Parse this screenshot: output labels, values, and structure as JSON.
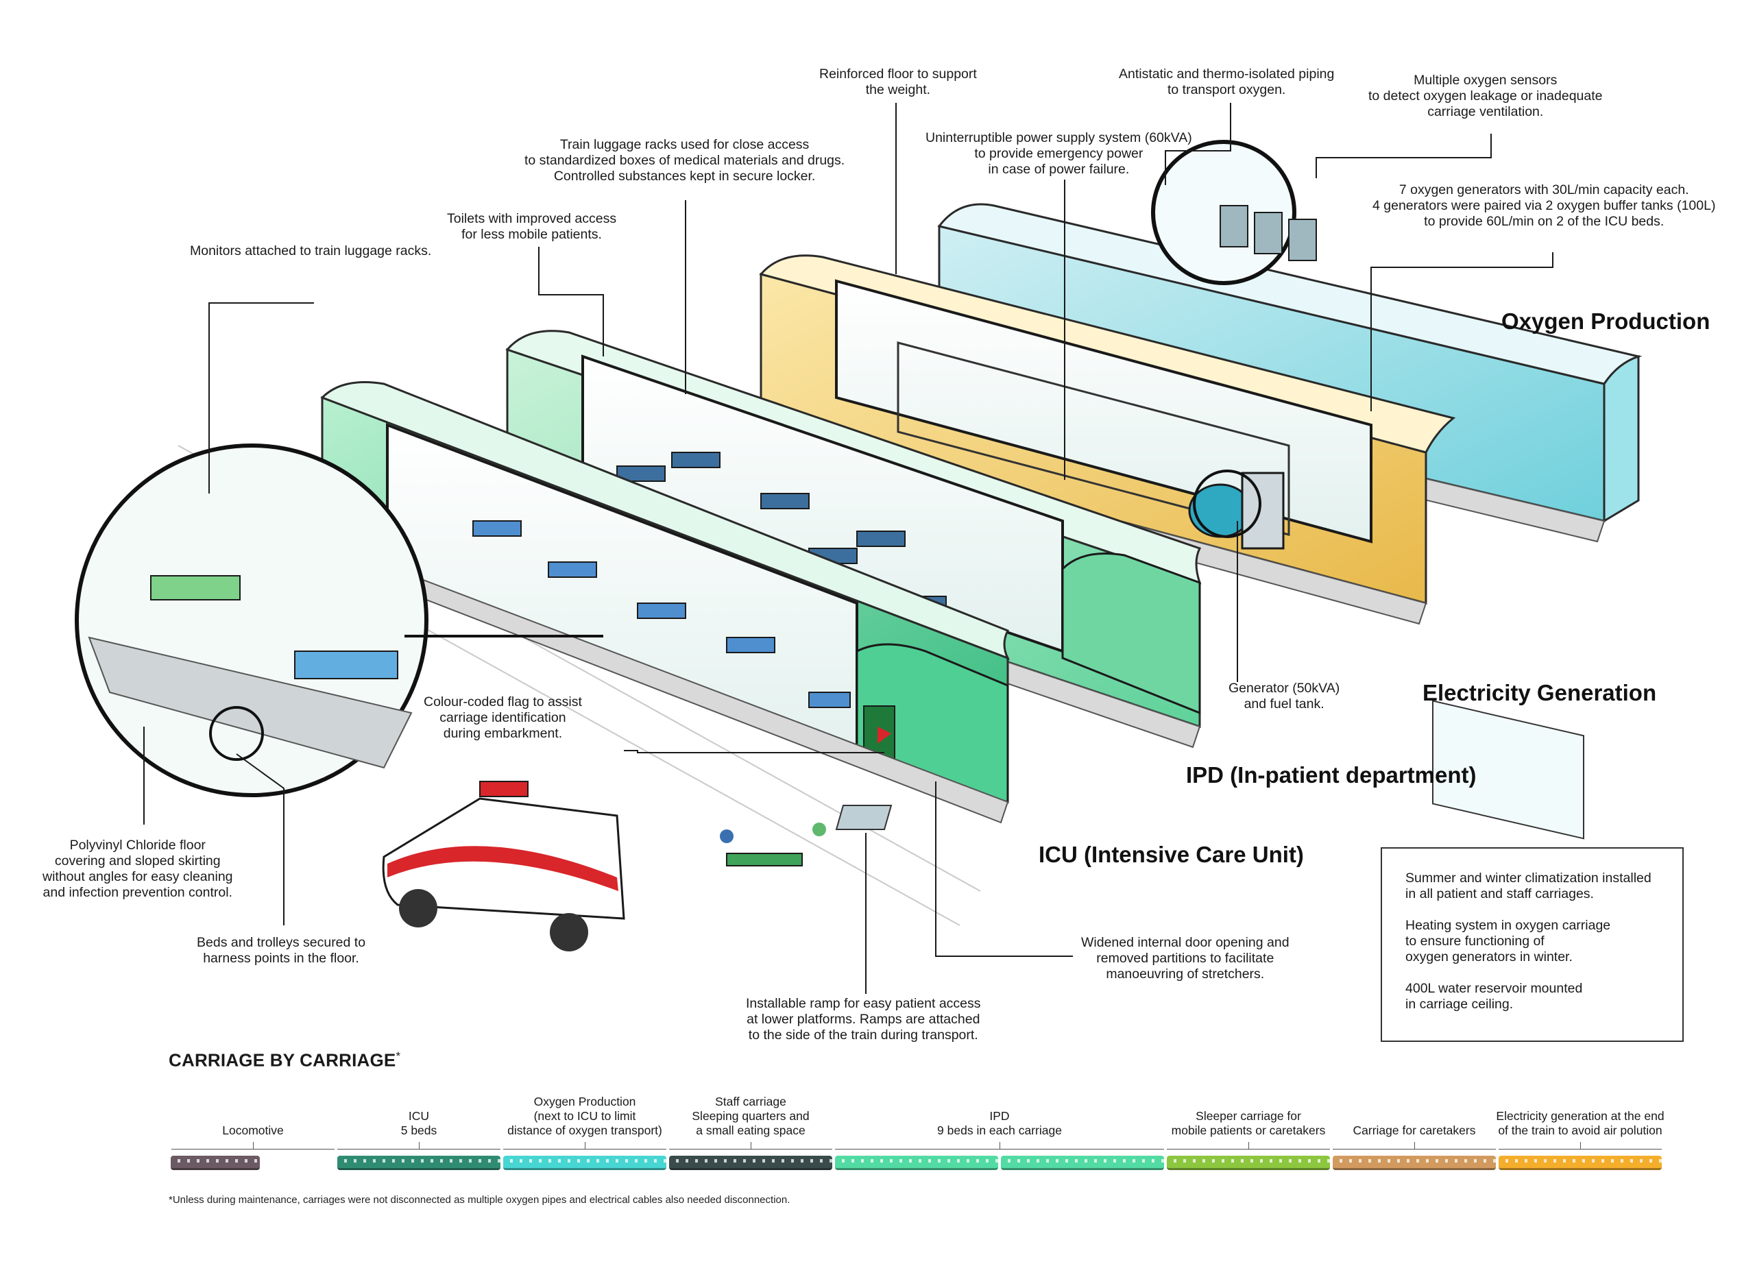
{
  "titles": {
    "oxygen": "Oxygen Production",
    "electricity": "Electricity Generation",
    "ipd": "IPD (In-patient department)",
    "icu": "ICU (Intensive Care Unit)"
  },
  "annotations": {
    "floor": [
      "Reinforced floor to support",
      "the weight."
    ],
    "piping": [
      "Antistatic and thermo-isolated piping",
      "to transport oxygen."
    ],
    "sensors": [
      "Multiple oxygen sensors",
      "to detect oxygen leakage or inadequate",
      "carriage ventilation."
    ],
    "ups": [
      "Uninterruptible power supply system (60kVA)",
      "to provide emergency power",
      "in case of power failure."
    ],
    "racks": [
      "Train luggage racks used for close access",
      "to standardized boxes of medical materials and drugs.",
      "Controlled substances kept in secure locker."
    ],
    "toilets": [
      "Toilets with improved access",
      "for less mobile patients."
    ],
    "monitors": [
      "Monitors attached to train luggage racks."
    ],
    "generators": [
      "7 oxygen generators with 30L/min capacity each.",
      "4 generators were paired via 2 oxygen buffer tanks (100L)",
      "to provide 60L/min on 2 of the ICU beds."
    ],
    "generator": [
      "Generator (50kVA)",
      "and fuel tank."
    ],
    "flag": [
      "Colour-coded flag to assist",
      "carriage identification",
      "during embarkment."
    ],
    "pvc": [
      "Polyvinyl Chloride floor",
      "covering and sloped skirting",
      "without angles for easy cleaning",
      "and infection prevention control."
    ],
    "beds": [
      "Beds and trolleys secured to",
      "harness points in the floor."
    ],
    "door": [
      "Widened internal door opening and",
      "removed partitions to facilitate",
      "manoeuvring of stretchers."
    ],
    "ramp": [
      "Installable ramp for easy patient access",
      "at lower platforms. Ramps are attached",
      "to the side of the train during transport."
    ]
  },
  "infobox": [
    [
      "Summer and winter climatization installed",
      "in all patient and staff carriages."
    ],
    [
      "Heating system in oxygen carriage",
      "to ensure functioning of",
      "oxygen generators in winter."
    ],
    [
      "400L water reservoir mounted",
      "in carriage ceiling."
    ]
  ],
  "carriage_heading": "CARRIAGE BY CARRIAGE",
  "carriage_heading_mark": "*",
  "carriages": [
    {
      "label": [
        "Locomotive"
      ],
      "color": "#6b5a63",
      "count": 1
    },
    {
      "label": [
        "ICU",
        "5 beds"
      ],
      "color": "#2f8c72",
      "count": 1
    },
    {
      "label": [
        "Oxygen Production",
        "(next to ICU to limit",
        "distance of oxygen transport)"
      ],
      "color": "#48d6d2",
      "count": 1
    },
    {
      "label": [
        "Staff carriage",
        "Sleeping quarters and",
        "a small eating space"
      ],
      "color": "#3a4b4b",
      "count": 1
    },
    {
      "label": [
        "IPD",
        "9 beds in each carriage"
      ],
      "color": "#52dba2",
      "count": 2
    },
    {
      "label": [
        "Sleeper carriage for",
        "mobile patients or caretakers"
      ],
      "color": "#8dc63f",
      "count": 1
    },
    {
      "label": [
        "Carriage for caretakers"
      ],
      "color": "#d29a5e",
      "count": 1
    },
    {
      "label": [
        "Electricity generation at the end",
        "of the train to avoid air polution"
      ],
      "color": "#f4ae2b",
      "count": 1
    }
  ],
  "footnote": "*Unless during maintenance, carriages were not disconnected as multiple oxygen pipes and electrical cables also needed disconnection.",
  "colors": {
    "oxygen_car": "#8fdde6",
    "electric_car": "#f2c96b",
    "ipd_car": "#7fdcaa",
    "icu_car": "#46c98c",
    "ambulance_stripe": "#d8262a"
  }
}
